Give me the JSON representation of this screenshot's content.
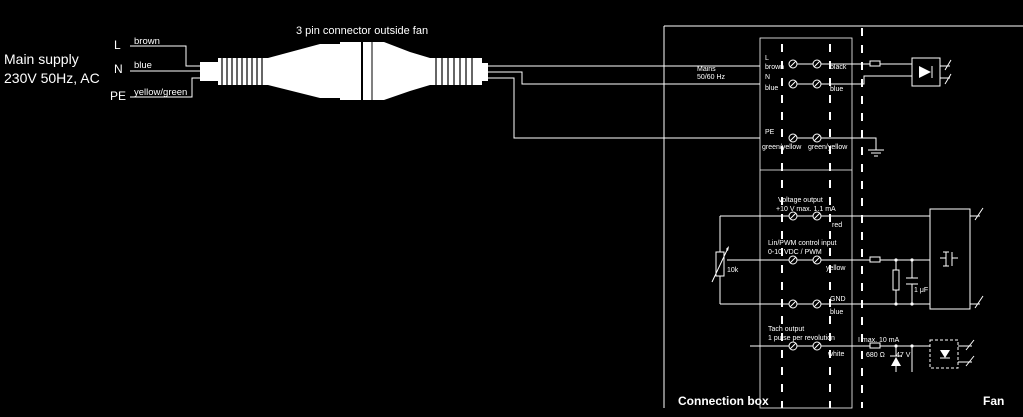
{
  "supply": {
    "line1": "Main supply",
    "line2": "230V 50Hz, AC"
  },
  "wires_left": {
    "L": "L",
    "L_color": "brown",
    "N": "N",
    "N_color": "blue",
    "PE": "PE",
    "PE_color": "yellow/green"
  },
  "connector_title": "3 pin connector outside fan",
  "mains": {
    "label": "Mains",
    "freq": "50/60 Hz"
  },
  "terminals": {
    "L": "L",
    "L_left": "brown",
    "L_right": "black",
    "N": "N",
    "N_left": "blue",
    "N_right": "blue",
    "PE": "PE",
    "PE_left": "green/yellow",
    "PE_right": "green/yellow"
  },
  "voltage_output": {
    "title": "Voltage output",
    "spec": "+10 V max. 1.1 mA",
    "wire": "red"
  },
  "control_input": {
    "title": "Lin/PWM control input",
    "spec": "0-10 VDC / PWM",
    "wire": "yellow",
    "pot": "10k"
  },
  "gnd": {
    "label": "GND",
    "wire": "blue"
  },
  "tach": {
    "title": "Tach output",
    "spec": "1 pulse per revolution",
    "wire": "white",
    "imax": "I    max. 10 mA",
    "resistor": "680 Ω",
    "zener": "47 V"
  },
  "capacitor": "1 μF",
  "box_label": "Connection box",
  "fan_label": "Fan"
}
